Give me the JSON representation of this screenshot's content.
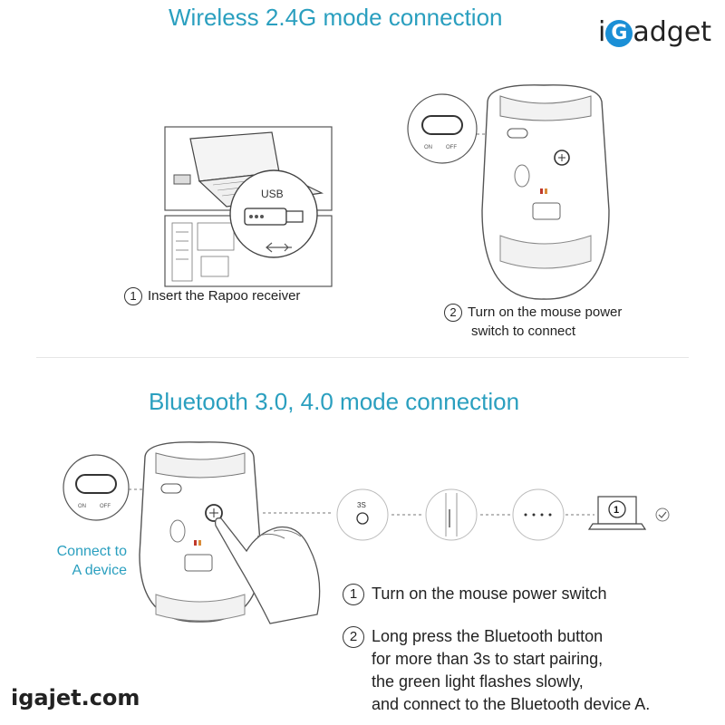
{
  "section1": {
    "title": "Wireless 2.4G mode connection",
    "step1": {
      "num": "1",
      "text": "Insert the Rapoo receiver"
    },
    "step2": {
      "num": "2",
      "line1": "Turn on the mouse power",
      "line2": "switch to connect"
    },
    "usb_label": "USB",
    "switch_on": "ON",
    "switch_off": "OFF"
  },
  "section2": {
    "title": "Bluetooth 3.0, 4.0 mode connection",
    "connect_label": {
      "line1": "Connect to",
      "line2": "A device"
    },
    "timer_label": "3S",
    "laptop_label": "1",
    "step1": {
      "num": "1",
      "text": "Turn on the mouse power switch"
    },
    "step2": {
      "num": "2",
      "line1": "Long press the Bluetooth button",
      "line2": "for more than 3s to start pairing,",
      "line3": "the green light flashes slowly,",
      "line4": "and connect to the Bluetooth device A."
    }
  },
  "brand": {
    "prefix": "i",
    "g": "G",
    "suffix": "adget"
  },
  "watermark": "igajet.com",
  "colors": {
    "accent": "#2a9fbf",
    "brand_blue": "#1a8fd6"
  }
}
